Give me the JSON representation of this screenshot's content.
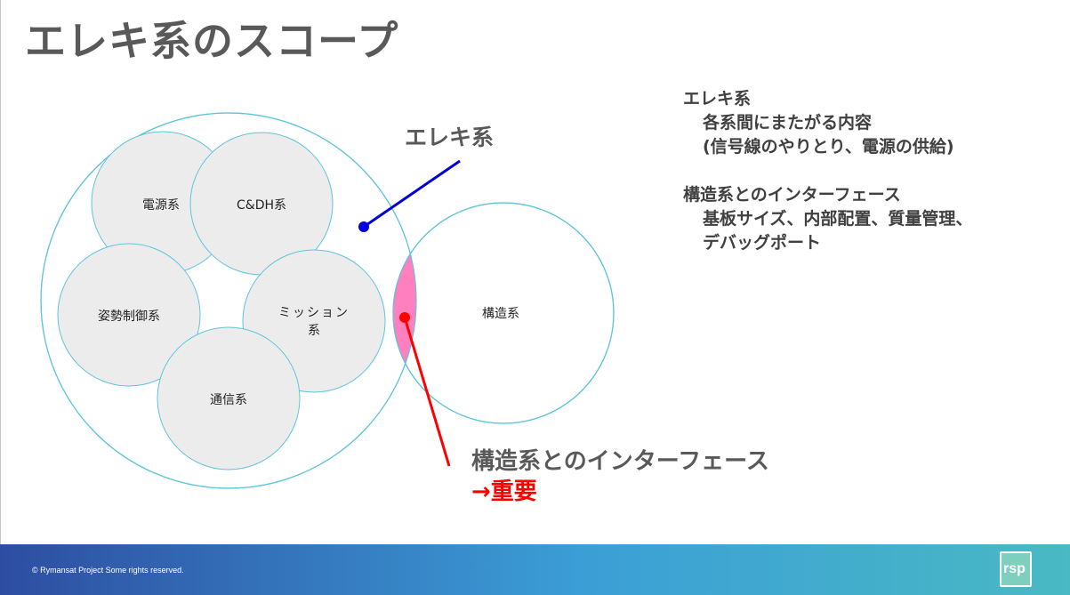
{
  "title": "エレキ系のスコープ",
  "diagram": {
    "subsystems": [
      "電源系",
      "C&DH系",
      "姿勢制御系",
      "ミッション",
      "系",
      "通信系"
    ],
    "structure_label": "構造系",
    "callout_elec": "エレキ系",
    "callout_interface": "構造系とのインターフェース",
    "callout_important": "→重要"
  },
  "notes": {
    "elec_heading": "エレキ系",
    "elec_line1": "各系間にまたがる内容",
    "elec_line2": "(信号線のやりとり、電源の供給)",
    "struct_heading": "構造系とのインターフェース",
    "struct_line1": "基板サイズ、内部配置、質量管理、",
    "struct_line2": "デバッグポート"
  },
  "footer": {
    "copyright": "© Rymansat Project Some rights reserved.",
    "logo_text": "rsp"
  },
  "colors": {
    "title": "#595959",
    "circle_outline": "#5fc4dc",
    "subsystem_fill": "#ececec",
    "overlap_pink": "#ff7fbf",
    "blue_pointer": "#0000dd",
    "red_pointer": "#ff0000"
  }
}
